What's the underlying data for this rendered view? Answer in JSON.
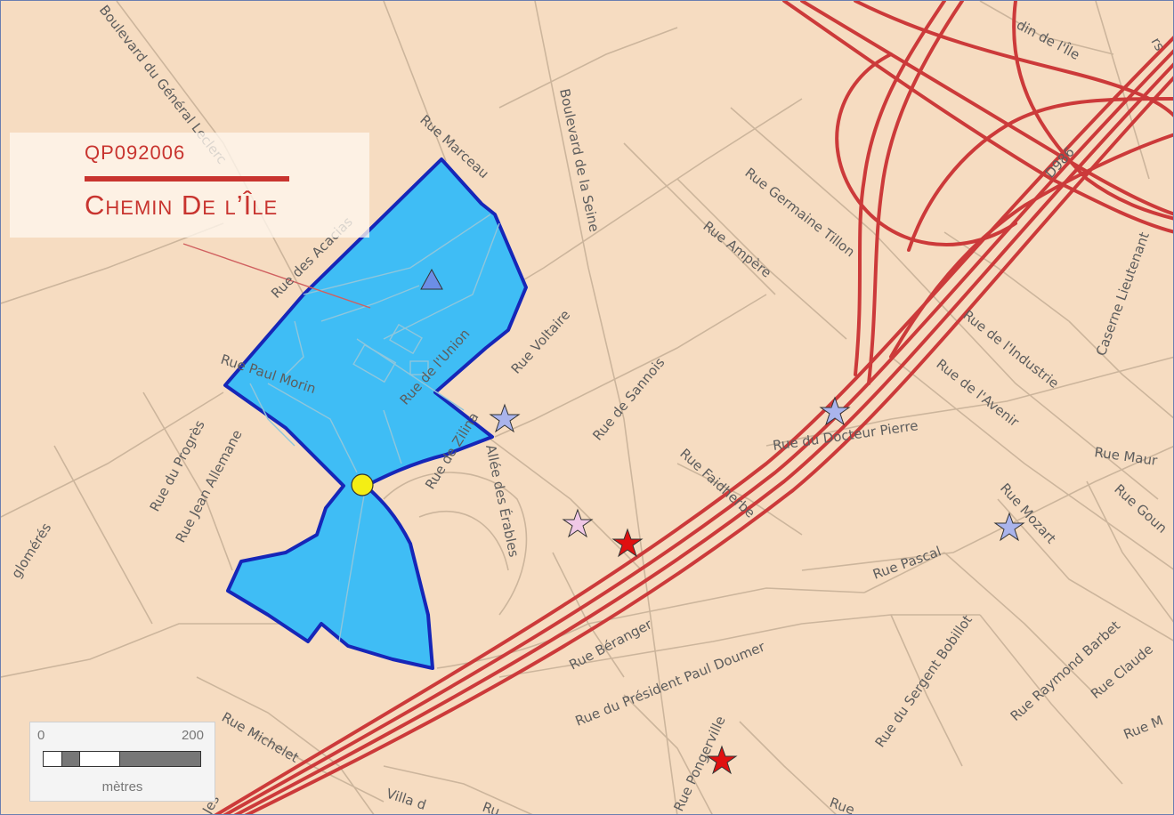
{
  "title": {
    "code": "QP092006",
    "name": "Chemin De l’Île"
  },
  "colors": {
    "background": "#f6dcc1",
    "area_fill": "#3fbdf5",
    "area_stroke": "#1626b8",
    "highway": "#cc3a3a",
    "title_text": "#c8342f"
  },
  "streets": [
    "Boulevard du Général Leclerc",
    "Rue Marceau",
    "Rue des Acacias",
    "Rue Paul Morin",
    "Rue de l'Union",
    "Rue du Progrès",
    "Rue Jean Allemane",
    "Rue de Zilina",
    "Allée des Érables",
    "Rue Voltaire",
    "Boulevard de la Seine",
    "Rue de Sannois",
    "Rue Faidherbe",
    "Rue Germaine Tillon",
    "Rue Ampère",
    "Rue de l'Industrie",
    "Rue de l'Avenir",
    "Rue du Docteur Pierre",
    "Caserne Lieutenant",
    "Rue Maur",
    "Rue Mozart",
    "Rue Goun",
    "Rue Pascal",
    "Rue Béranger",
    "Rue du Président Paul Doumer",
    "Rue du Sergent Bobillot",
    "Rue Raymond Barbet",
    "Rue Claude",
    "Rue M",
    "Rue Michelet",
    "Rue Pongerville",
    "Villa d",
    "Ru",
    "Rue",
    "glomérés",
    "din de l'Île",
    "D986",
    "Jes",
    "rs"
  ],
  "markers": [
    {
      "type": "star",
      "name": "lavender-star",
      "color": "#aab4ec"
    },
    {
      "type": "star",
      "name": "lavender-star",
      "color": "#aab4ec"
    },
    {
      "type": "star",
      "name": "lavender-star",
      "color": "#aab4ec"
    },
    {
      "type": "star",
      "name": "pink-star",
      "color": "#f0c8e6"
    },
    {
      "type": "star",
      "name": "red-star",
      "color": "#e01010"
    },
    {
      "type": "star",
      "name": "red-star",
      "color": "#e01010"
    },
    {
      "type": "triangle",
      "name": "blue-triangle",
      "color": "#6c8ee6"
    },
    {
      "type": "circle",
      "name": "yellow-circle",
      "color": "#f4ee14"
    }
  ],
  "scale": {
    "min_label": "0",
    "max_label": "200",
    "unit": "mètres"
  }
}
